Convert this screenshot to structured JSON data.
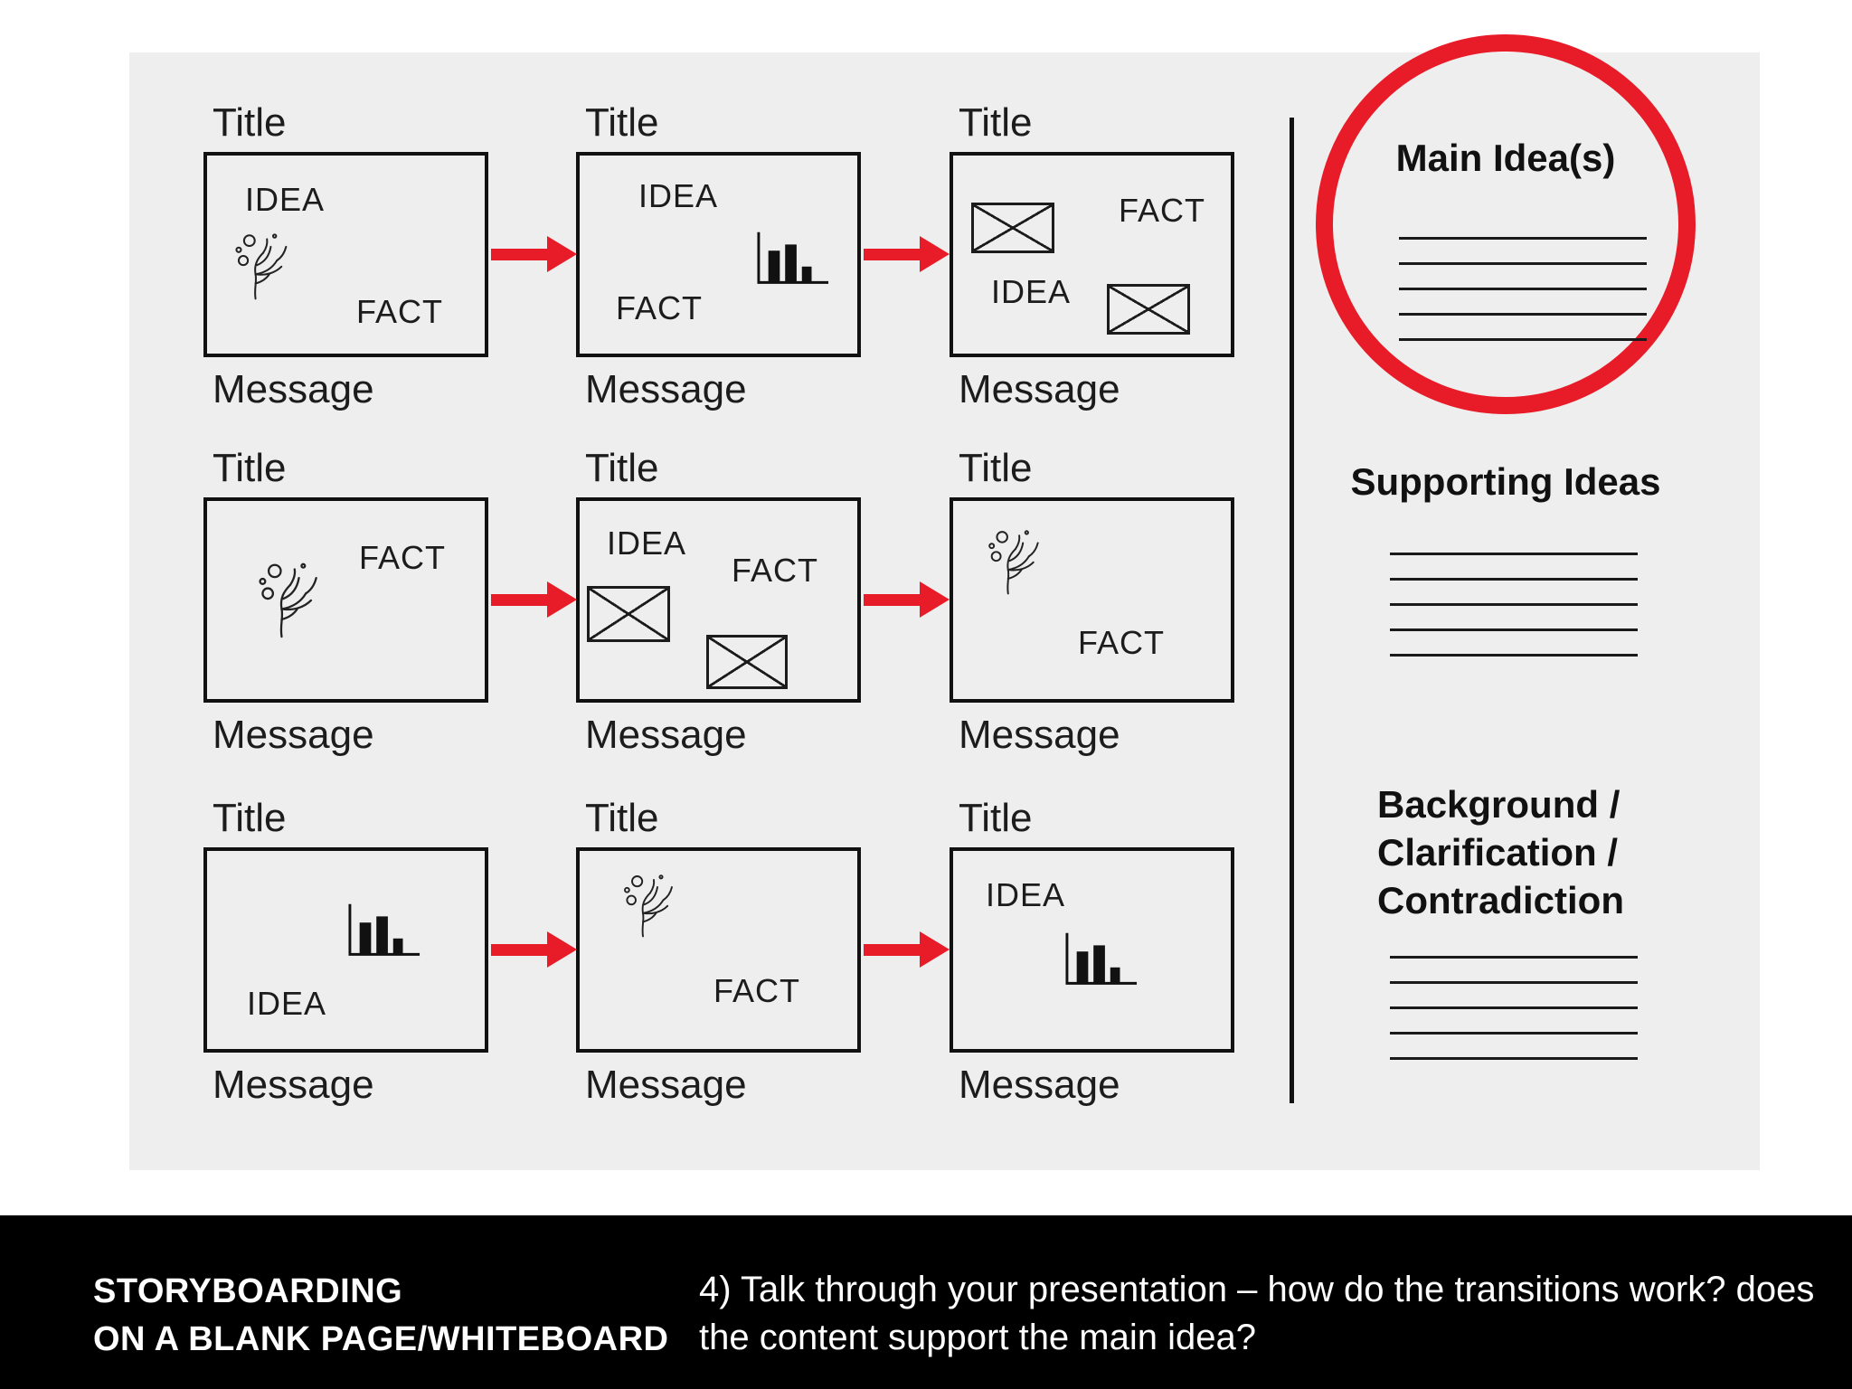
{
  "page": {
    "background": "#ffffff"
  },
  "colors": {
    "accent_red": "#e81c28",
    "panel_gray": "#efeeee",
    "ink": "#1c1c1c"
  },
  "storyboard": {
    "labels": {
      "title": "Title",
      "message": "Message",
      "idea": "IDEA",
      "fact": "FACT"
    },
    "frames": [
      {
        "row": 1,
        "col": 1,
        "contents": [
          "IDEA",
          "plant-sketch",
          "FACT"
        ]
      },
      {
        "row": 1,
        "col": 2,
        "contents": [
          "IDEA",
          "bar-chart",
          "FACT"
        ]
      },
      {
        "row": 1,
        "col": 3,
        "contents": [
          "image-placeholder",
          "FACT",
          "IDEA",
          "image-placeholder"
        ]
      },
      {
        "row": 2,
        "col": 1,
        "contents": [
          "FACT",
          "plant-sketch"
        ]
      },
      {
        "row": 2,
        "col": 2,
        "contents": [
          "IDEA",
          "FACT",
          "image-placeholder",
          "image-placeholder"
        ]
      },
      {
        "row": 2,
        "col": 3,
        "contents": [
          "plant-sketch",
          "FACT"
        ]
      },
      {
        "row": 3,
        "col": 1,
        "contents": [
          "bar-chart",
          "IDEA"
        ]
      },
      {
        "row": 3,
        "col": 2,
        "contents": [
          "plant-sketch",
          "FACT"
        ]
      },
      {
        "row": 3,
        "col": 3,
        "contents": [
          "IDEA",
          "bar-chart"
        ]
      }
    ]
  },
  "sidebar": {
    "main_ideas": {
      "heading": "Main Idea(s)",
      "blank_lines": 5,
      "circled": true
    },
    "supporting_ideas": {
      "heading": "Supporting Ideas",
      "blank_lines": 5
    },
    "background_section": {
      "heading_lines": [
        "Background /",
        "Clarification /",
        "Contradiction"
      ],
      "blank_lines": 5
    }
  },
  "footer": {
    "title_line1": "STORYBOARDING",
    "title_line2": "ON A BLANK PAGE/WHITEBOARD",
    "instruction": "4) Talk through your presentation – how do the transitions work? does the content support the main idea?"
  }
}
